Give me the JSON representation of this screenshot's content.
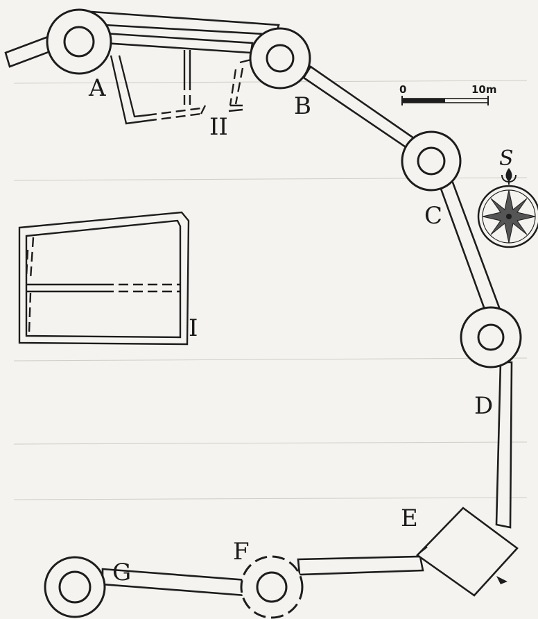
{
  "labels": {
    "tower_a": "A",
    "tower_b": "B",
    "tower_c": "C",
    "tower_d": "D",
    "tower_e": "E",
    "tower_f": "F",
    "tower_g": "G",
    "building_1": "I",
    "building_2": "II"
  },
  "scale": {
    "start": "0",
    "end": "10m"
  },
  "north": {
    "letter": "S"
  },
  "colors": {
    "ink": "#1d1d1d",
    "paper": "#f4f3ef"
  }
}
